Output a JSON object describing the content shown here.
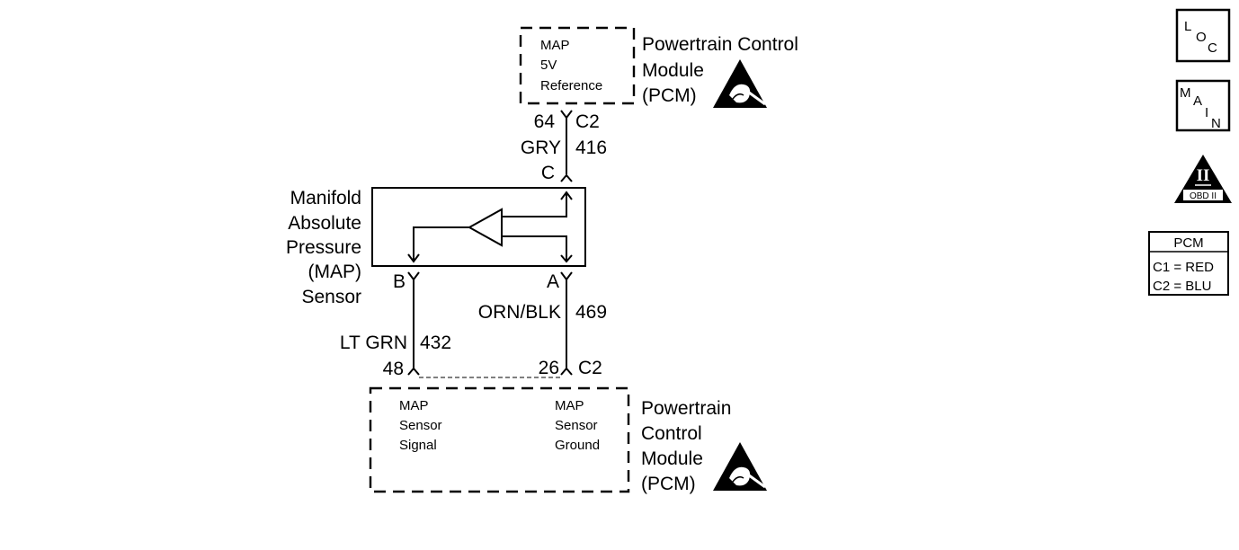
{
  "top_pcm": {
    "function_lines": [
      "MAP",
      "5V",
      "Reference"
    ],
    "title_lines": [
      "Powertrain Control",
      "Module",
      "(PCM)"
    ]
  },
  "wire_top": {
    "pin": "64",
    "connector": "C2",
    "color": "GRY",
    "circuit": "416",
    "sensor_pin": "C"
  },
  "sensor": {
    "name_lines": [
      "Manifold",
      "Absolute",
      "Pressure",
      "(MAP)",
      "Sensor"
    ],
    "pin_b": "B",
    "pin_a": "A"
  },
  "wire_left": {
    "color": "LT GRN",
    "circuit": "432",
    "pin": "48"
  },
  "wire_right": {
    "color": "ORN/BLK",
    "circuit": "469",
    "pin": "26",
    "connector": "C2"
  },
  "bottom_pcm": {
    "signal_lines": [
      "MAP",
      "Sensor",
      "Signal"
    ],
    "ground_lines": [
      "MAP",
      "Sensor",
      "Ground"
    ],
    "title_lines": [
      "Powertrain",
      "Control",
      "Module",
      "(PCM)"
    ]
  },
  "legend": {
    "loc": [
      "L",
      "O",
      "C"
    ],
    "main": [
      "M",
      "A",
      "I",
      "N"
    ],
    "obd": {
      "numeral": "II",
      "label": "OBD II"
    },
    "pcm_table": {
      "header": "PCM",
      "rows": [
        "C1 = RED",
        "C2 = BLU"
      ]
    }
  }
}
